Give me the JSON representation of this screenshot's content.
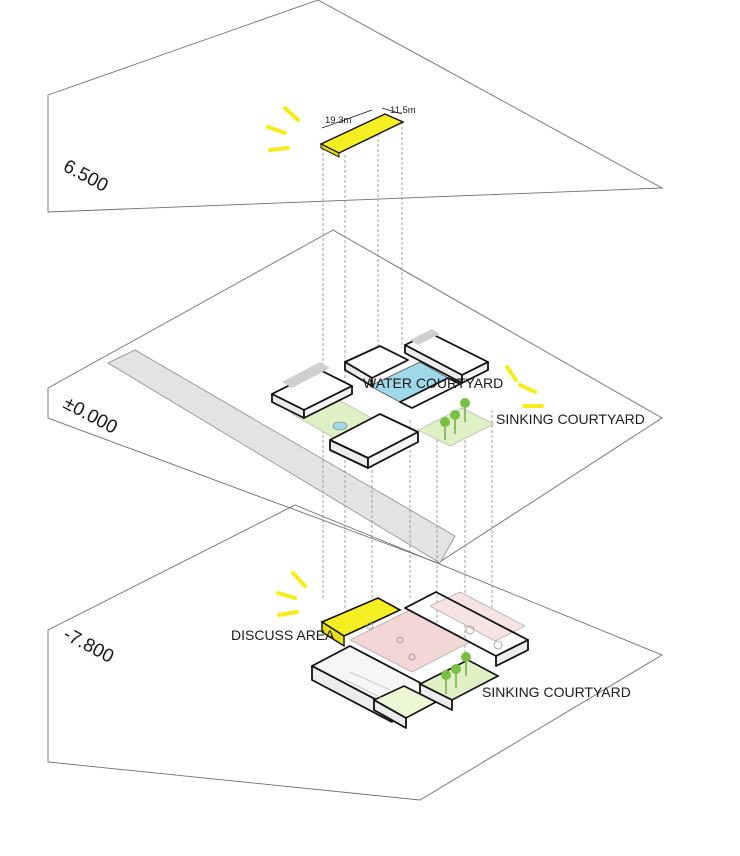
{
  "levels": {
    "upper": "6.500",
    "ground": "±0.000",
    "basement": "-7.800"
  },
  "dimensions": {
    "length": "19.3m",
    "width": "11.5m"
  },
  "labels": {
    "water_courtyard": "WATER COURTYARD",
    "sinking_courtyard_ground": "SINKING COURTYARD",
    "discuss_area": "DISCUSS AREA",
    "sinking_courtyard_basement": "SINKING COURTYARD"
  },
  "colors": {
    "highlight_yellow": "#f5ef21",
    "sun_ray_yellow": "#f7ec1a",
    "water_blue": "#9fd8e8",
    "green_lawn": "#dff0c4",
    "tree_green": "#77c043",
    "road_gray": "#e3e3e3",
    "pink_floor": "#f3d6d6"
  }
}
